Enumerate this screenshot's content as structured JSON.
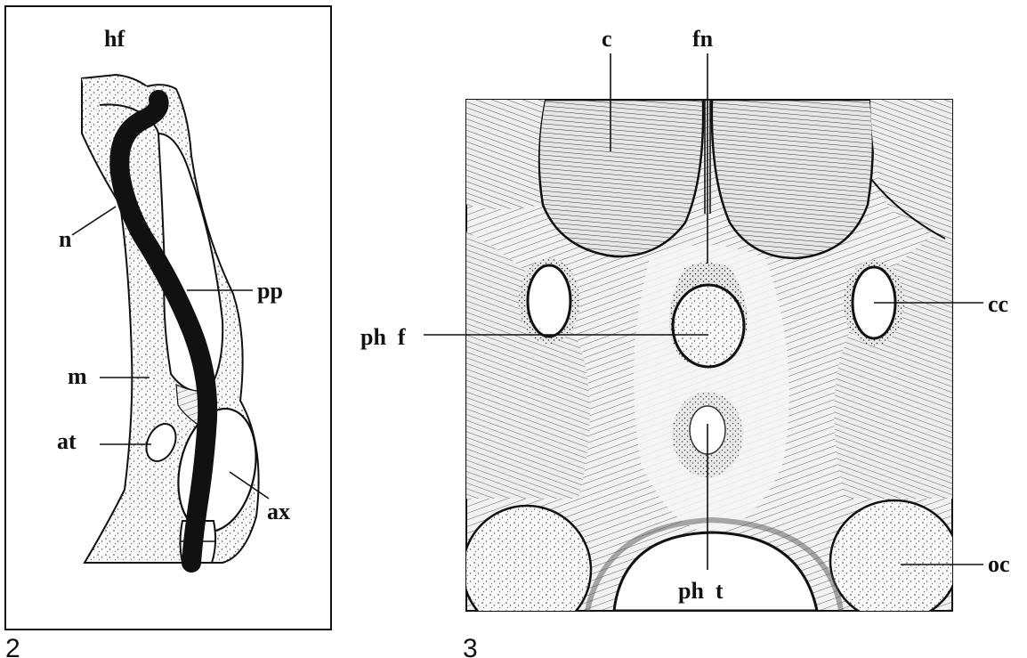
{
  "figures": [
    {
      "number": "2",
      "labels": {
        "hf": "hf",
        "n": "n",
        "pp": "pp",
        "m": "m",
        "at": "at",
        "ax": "ax"
      }
    },
    {
      "number": "3",
      "labels": {
        "c": "c",
        "fn": "fn",
        "phf": "ph  f",
        "cc": "cc",
        "oc": "oc",
        "pht": "ph  t"
      }
    }
  ],
  "colors": {
    "ink": "#111111",
    "tissue": "#f4f4f4",
    "background": "#ffffff"
  }
}
